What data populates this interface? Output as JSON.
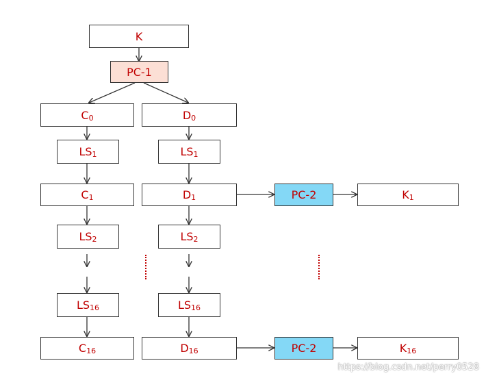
{
  "boxes": {
    "k": {
      "base": "K",
      "sub": ""
    },
    "pc1": {
      "base": "PC-1",
      "sub": ""
    },
    "c0": {
      "base": "C",
      "sub": "0"
    },
    "d0": {
      "base": "D",
      "sub": "0"
    },
    "ls1_left": {
      "base": "LS",
      "sub": "1"
    },
    "ls1_right": {
      "base": "LS",
      "sub": "1"
    },
    "c1": {
      "base": "C",
      "sub": "1"
    },
    "d1": {
      "base": "D",
      "sub": "1"
    },
    "pc2_top": {
      "base": "PC-2",
      "sub": ""
    },
    "k1": {
      "base": "K",
      "sub": "1"
    },
    "ls2_left": {
      "base": "LS",
      "sub": "2"
    },
    "ls2_right": {
      "base": "LS",
      "sub": "2"
    },
    "ls16_left": {
      "base": "LS",
      "sub": "16"
    },
    "ls16_right": {
      "base": "LS",
      "sub": "16"
    },
    "c16": {
      "base": "C",
      "sub": "16"
    },
    "d16": {
      "base": "D",
      "sub": "16"
    },
    "pc2_bottom": {
      "base": "PC-2",
      "sub": ""
    },
    "k16": {
      "base": "K",
      "sub": "16"
    }
  },
  "colors": {
    "text": "#c00000",
    "border": "#333333",
    "pc1_fill": "#fcdfd5",
    "pc2_fill": "#84d8f6"
  },
  "watermark": "https://blog.csdn.net/perry0528"
}
